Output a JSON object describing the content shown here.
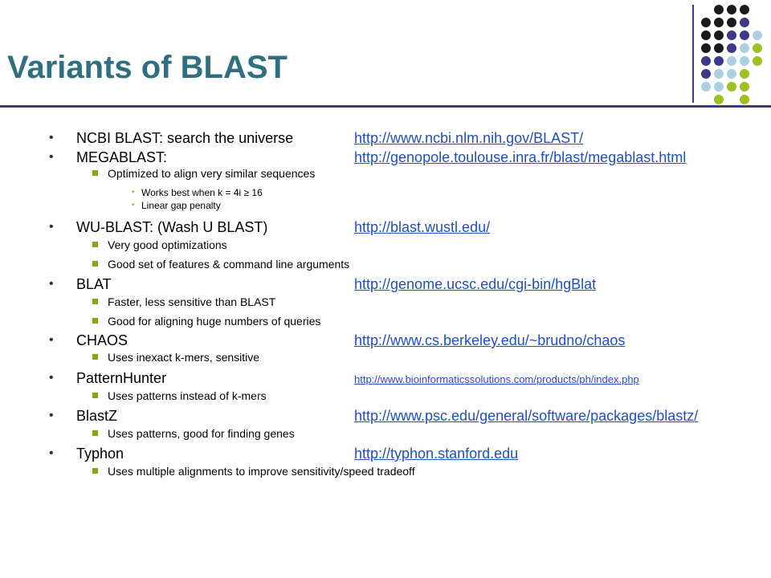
{
  "slide": {
    "title": "Variants of BLAST",
    "colors": {
      "title": "#2f6f7f",
      "rule": "#3a3a8c",
      "link": "#1f4fc2",
      "sub_bullet": "#8aa317",
      "subsub_bullet": "#c09028"
    }
  },
  "decoration": {
    "dot_colors": {
      "black": "#1a1a1a",
      "navy": "#3a3a8c",
      "lightblue": "#a9cfe0",
      "green": "#9bc21e"
    }
  },
  "items": [
    {
      "label": "NCBI BLAST: search the universe",
      "url": "http://www.ncbi.nlm.nih.gov/BLAST/"
    },
    {
      "label": "MEGABLAST:",
      "url": "http://genopole.toulouse.inra.fr/blast/megablast.html",
      "sub": [
        {
          "label": "Optimized to align very similar sequences",
          "subsub": [
            "Works best when k = 4i ≥ 16",
            "Linear gap penalty"
          ]
        }
      ]
    },
    {
      "label": "WU-BLAST: (Wash U BLAST)",
      "url": "http://blast.wustl.edu/",
      "sub": [
        {
          "label": "Very good optimizations"
        },
        {
          "label": "Good set of features & command line arguments"
        }
      ]
    },
    {
      "label": "BLAT",
      "url": "http://genome.ucsc.edu/cgi-bin/hgBlat",
      "sub": [
        {
          "label": "Faster, less sensitive than BLAST"
        },
        {
          "label": "Good for aligning huge numbers of queries"
        }
      ]
    },
    {
      "label": "CHAOS",
      "url": "http://www.cs.berkeley.edu/~brudno/chaos",
      "sub": [
        {
          "label": "Uses inexact k-mers, sensitive"
        }
      ]
    },
    {
      "label": "PatternHunter",
      "url": "http://www.bioinformaticssolutions.com/products/ph/index.php",
      "sub": [
        {
          "label": "Uses patterns instead of k-mers"
        }
      ]
    },
    {
      "label": "BlastZ",
      "url": "http://www.psc.edu/general/software/packages/blastz/",
      "sub": [
        {
          "label": "Uses patterns, good for finding genes"
        }
      ]
    },
    {
      "label": "Typhon",
      "url": "http://typhon.stanford.edu",
      "sub": [
        {
          "label": "Uses multiple alignments to improve sensitivity/speed tradeoff"
        }
      ]
    }
  ]
}
